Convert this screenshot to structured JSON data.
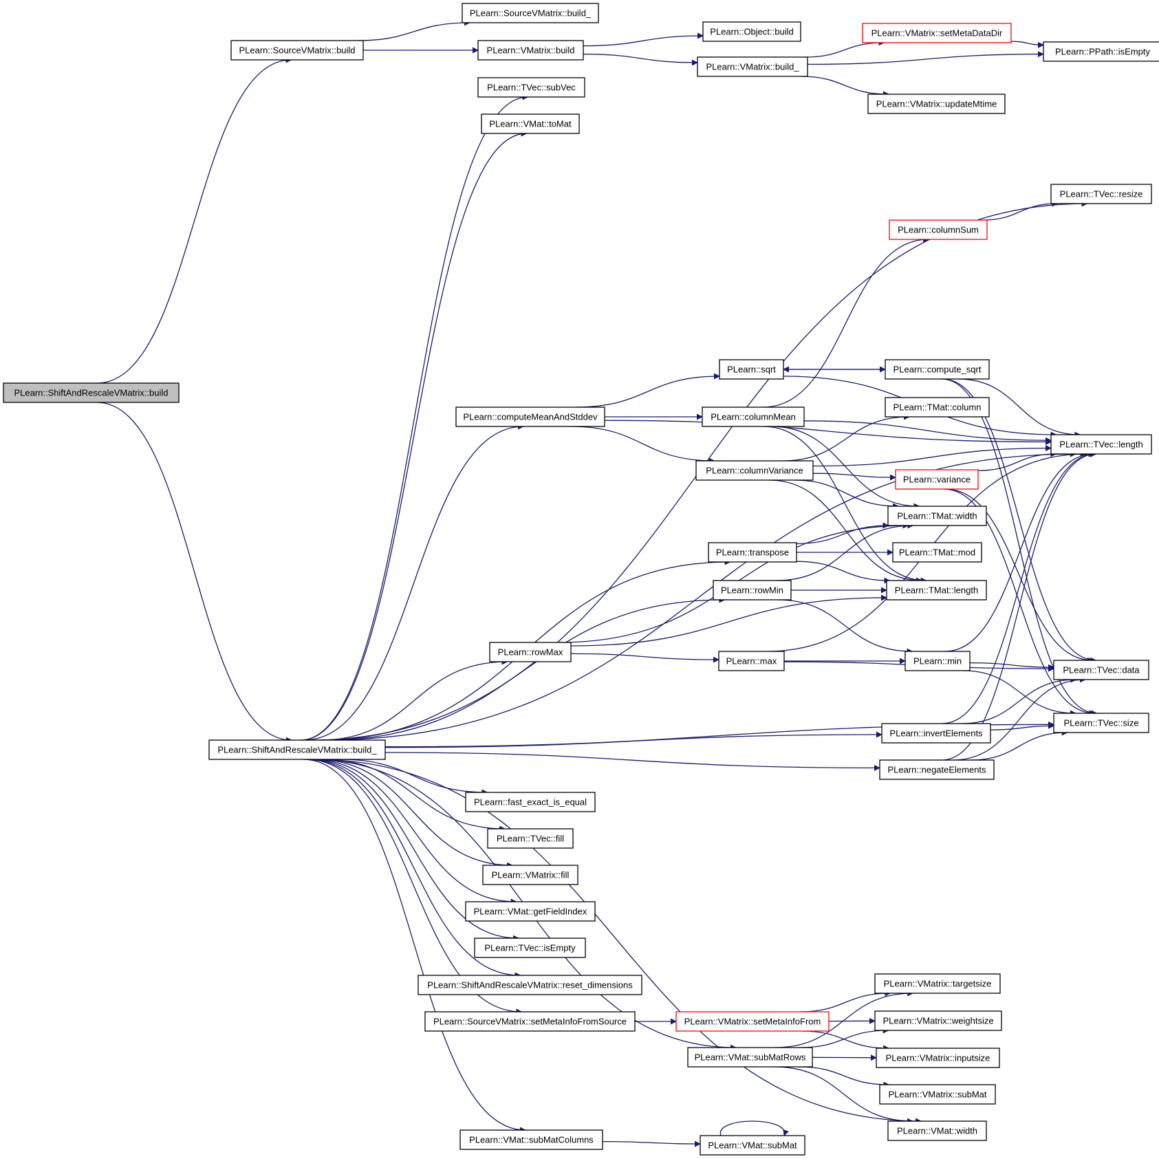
{
  "colors": {
    "edge": "#191970",
    "node_border": "#000000",
    "node_border_truncated": "#ff0000",
    "root_fill": "#bfbfbf",
    "node_fill": "#ffffff"
  },
  "nodes": {
    "root": {
      "label": "PLearn::ShiftAndRescaleVMatrix::build",
      "kind": "root"
    },
    "svm_build": {
      "label": "PLearn::SourceVMatrix::build",
      "kind": "normal"
    },
    "svm_build_": {
      "label": "PLearn::SourceVMatrix::build_",
      "kind": "normal"
    },
    "vm_build": {
      "label": "PLearn::VMatrix::build",
      "kind": "normal"
    },
    "obj_build": {
      "label": "PLearn::Object::build",
      "kind": "normal"
    },
    "vm_build_": {
      "label": "PLearn::VMatrix::build_",
      "kind": "normal"
    },
    "set_meta_dir": {
      "label": "PLearn::VMatrix::setMetaDataDir",
      "kind": "truncated"
    },
    "ppath_isempty": {
      "label": "PLearn::PPath::isEmpty",
      "kind": "normal"
    },
    "update_mtime": {
      "label": "PLearn::VMatrix::updateMtime",
      "kind": "normal"
    },
    "tvec_subvec": {
      "label": "PLearn::TVec::subVec",
      "kind": "normal"
    },
    "vmat_tomat": {
      "label": "PLearn::VMat::toMat",
      "kind": "normal"
    },
    "tvec_resize": {
      "label": "PLearn::TVec::resize",
      "kind": "normal"
    },
    "column_sum": {
      "label": "PLearn::columnSum",
      "kind": "truncated"
    },
    "sqrt": {
      "label": "PLearn::sqrt",
      "kind": "normal"
    },
    "compute_sqrt": {
      "label": "PLearn::compute_sqrt",
      "kind": "normal"
    },
    "cmas": {
      "label": "PLearn::computeMeanAndStddev",
      "kind": "normal"
    },
    "column_mean": {
      "label": "PLearn::columnMean",
      "kind": "normal"
    },
    "tmat_column": {
      "label": "PLearn::TMat::column",
      "kind": "normal"
    },
    "tvec_length": {
      "label": "PLearn::TVec::length",
      "kind": "normal"
    },
    "column_variance": {
      "label": "PLearn::columnVariance",
      "kind": "normal"
    },
    "variance": {
      "label": "PLearn::variance",
      "kind": "truncated"
    },
    "tmat_width": {
      "label": "PLearn::TMat::width",
      "kind": "normal"
    },
    "transpose": {
      "label": "PLearn::transpose",
      "kind": "normal"
    },
    "tmat_mod": {
      "label": "PLearn::TMat::mod",
      "kind": "normal"
    },
    "row_min": {
      "label": "PLearn::rowMin",
      "kind": "normal"
    },
    "tmat_length": {
      "label": "PLearn::TMat::length",
      "kind": "normal"
    },
    "row_max": {
      "label": "PLearn::rowMax",
      "kind": "normal"
    },
    "max": {
      "label": "PLearn::max",
      "kind": "normal"
    },
    "min": {
      "label": "PLearn::min",
      "kind": "normal"
    },
    "tvec_data": {
      "label": "PLearn::TVec::data",
      "kind": "normal"
    },
    "invert_elements": {
      "label": "PLearn::invertElements",
      "kind": "normal"
    },
    "tvec_size": {
      "label": "PLearn::TVec::size",
      "kind": "normal"
    },
    "sarvm_build_": {
      "label": "PLearn::ShiftAndRescaleVMatrix::build_",
      "kind": "normal"
    },
    "negate_elements": {
      "label": "PLearn::negateElements",
      "kind": "normal"
    },
    "fast_exact": {
      "label": "PLearn::fast_exact_is_equal",
      "kind": "normal"
    },
    "tvec_fill": {
      "label": "PLearn::TVec::fill",
      "kind": "normal"
    },
    "vmatrix_fill": {
      "label": "PLearn::VMatrix::fill",
      "kind": "normal"
    },
    "get_field_index": {
      "label": "PLearn::VMat::getFieldIndex",
      "kind": "normal"
    },
    "tvec_isempty": {
      "label": "PLearn::TVec::isEmpty",
      "kind": "normal"
    },
    "reset_dims": {
      "label": "PLearn::ShiftAndRescaleVMatrix::reset_dimensions",
      "kind": "normal"
    },
    "targetsize": {
      "label": "PLearn::VMatrix::targetsize",
      "kind": "normal"
    },
    "set_meta_info_src": {
      "label": "PLearn::SourceVMatrix::setMetaInfoFromSource",
      "kind": "normal"
    },
    "set_meta_info": {
      "label": "PLearn::VMatrix::setMetaInfoFrom",
      "kind": "truncated"
    },
    "weightsize": {
      "label": "PLearn::VMatrix::weightsize",
      "kind": "normal"
    },
    "sub_mat_rows": {
      "label": "PLearn::VMat::subMatRows",
      "kind": "normal"
    },
    "inputsize": {
      "label": "PLearn::VMatrix::inputsize",
      "kind": "normal"
    },
    "vmatrix_submat": {
      "label": "PLearn::VMatrix::subMat",
      "kind": "normal"
    },
    "vmat_width": {
      "label": "PLearn::VMat::width",
      "kind": "normal"
    },
    "sub_mat_cols": {
      "label": "PLearn::VMat::subMatColumns",
      "kind": "normal"
    },
    "vmat_submat": {
      "label": "PLearn::VMat::subMat",
      "kind": "normal"
    }
  },
  "edges": [
    [
      "root",
      "svm_build"
    ],
    [
      "root",
      "sarvm_build_"
    ],
    [
      "svm_build",
      "svm_build_"
    ],
    [
      "svm_build",
      "vm_build"
    ],
    [
      "vm_build",
      "obj_build"
    ],
    [
      "vm_build",
      "vm_build_"
    ],
    [
      "vm_build_",
      "set_meta_dir"
    ],
    [
      "vm_build_",
      "ppath_isempty"
    ],
    [
      "vm_build_",
      "update_mtime"
    ],
    [
      "set_meta_dir",
      "ppath_isempty"
    ],
    [
      "sarvm_build_",
      "tvec_subvec"
    ],
    [
      "sarvm_build_",
      "vmat_tomat"
    ],
    [
      "sarvm_build_",
      "tvec_resize"
    ],
    [
      "sarvm_build_",
      "tvec_length"
    ],
    [
      "sarvm_build_",
      "cmas"
    ],
    [
      "sarvm_build_",
      "transpose"
    ],
    [
      "sarvm_build_",
      "row_min"
    ],
    [
      "sarvm_build_",
      "row_max"
    ],
    [
      "sarvm_build_",
      "invert_elements"
    ],
    [
      "sarvm_build_",
      "negate_elements"
    ],
    [
      "sarvm_build_",
      "tvec_size"
    ],
    [
      "sarvm_build_",
      "fast_exact"
    ],
    [
      "sarvm_build_",
      "tvec_fill"
    ],
    [
      "sarvm_build_",
      "vmatrix_fill"
    ],
    [
      "sarvm_build_",
      "get_field_index"
    ],
    [
      "sarvm_build_",
      "tvec_isempty"
    ],
    [
      "sarvm_build_",
      "reset_dims"
    ],
    [
      "sarvm_build_",
      "set_meta_info_src"
    ],
    [
      "sarvm_build_",
      "sub_mat_rows"
    ],
    [
      "sarvm_build_",
      "vmat_width"
    ],
    [
      "sarvm_build_",
      "sub_mat_cols"
    ],
    [
      "column_sum",
      "tvec_resize"
    ],
    [
      "cmas",
      "tvec_length"
    ],
    [
      "cmas",
      "sqrt"
    ],
    [
      "cmas",
      "column_mean"
    ],
    [
      "cmas",
      "column_variance"
    ],
    [
      "sqrt",
      "compute_sqrt"
    ],
    [
      "sqrt",
      "tvec_length"
    ],
    [
      "compute_sqrt",
      "sqrt"
    ],
    [
      "compute_sqrt",
      "tvec_length"
    ],
    [
      "compute_sqrt",
      "tvec_data"
    ],
    [
      "compute_sqrt",
      "tvec_size"
    ],
    [
      "column_mean",
      "column_sum"
    ],
    [
      "column_mean",
      "tvec_length"
    ],
    [
      "column_mean",
      "tmat_width"
    ],
    [
      "column_mean",
      "tmat_length"
    ],
    [
      "column_variance",
      "tmat_column"
    ],
    [
      "column_variance",
      "tvec_length"
    ],
    [
      "column_variance",
      "variance"
    ],
    [
      "column_variance",
      "tmat_width"
    ],
    [
      "column_variance",
      "tmat_length"
    ],
    [
      "variance",
      "tvec_length"
    ],
    [
      "variance",
      "tvec_data"
    ],
    [
      "variance",
      "tvec_size"
    ],
    [
      "transpose",
      "tmat_width"
    ],
    [
      "transpose",
      "tmat_mod"
    ],
    [
      "transpose",
      "tmat_length"
    ],
    [
      "row_min",
      "tmat_width"
    ],
    [
      "row_min",
      "tmat_length"
    ],
    [
      "row_min",
      "min"
    ],
    [
      "row_max",
      "tmat_width"
    ],
    [
      "row_max",
      "tmat_length"
    ],
    [
      "row_max",
      "max"
    ],
    [
      "max",
      "tvec_length"
    ],
    [
      "max",
      "min"
    ],
    [
      "max",
      "tvec_data"
    ],
    [
      "min",
      "tvec_length"
    ],
    [
      "min",
      "tvec_data"
    ],
    [
      "min",
      "tvec_size"
    ],
    [
      "invert_elements",
      "tvec_length"
    ],
    [
      "invert_elements",
      "tvec_data"
    ],
    [
      "invert_elements",
      "tvec_size"
    ],
    [
      "negate_elements",
      "tvec_length"
    ],
    [
      "negate_elements",
      "tvec_data"
    ],
    [
      "negate_elements",
      "tvec_size"
    ],
    [
      "set_meta_info_src",
      "set_meta_info"
    ],
    [
      "set_meta_info",
      "targetsize"
    ],
    [
      "set_meta_info",
      "weightsize"
    ],
    [
      "set_meta_info",
      "inputsize"
    ],
    [
      "sub_mat_rows",
      "targetsize"
    ],
    [
      "sub_mat_rows",
      "weightsize"
    ],
    [
      "sub_mat_rows",
      "inputsize"
    ],
    [
      "sub_mat_rows",
      "vmatrix_submat"
    ],
    [
      "sub_mat_rows",
      "vmat_width"
    ],
    [
      "sub_mat_cols",
      "vmat_submat"
    ],
    [
      "vmat_submat",
      "vmat_submat"
    ]
  ]
}
